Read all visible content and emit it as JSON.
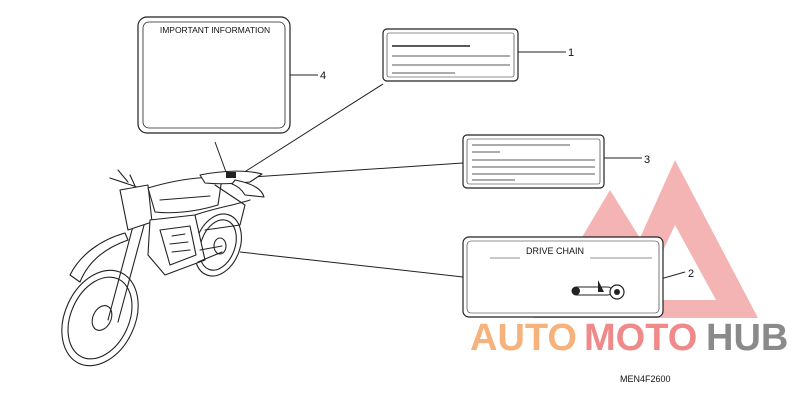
{
  "labels": {
    "important_title": "IMPORTANT INFORMATION",
    "drive_chain_title": "DRIVE CHAIN"
  },
  "callouts": [
    "1",
    "2",
    "3",
    "4"
  ],
  "part_code": "MEN4F2600",
  "watermark": {
    "part1": "AUTO",
    "part2": "MOTO",
    "part3": "HUB",
    "color_orange": "#f6b27a",
    "color_red": "#f08a8a",
    "color_gray": "#8a8a8a"
  },
  "colors": {
    "line": "#222222"
  }
}
